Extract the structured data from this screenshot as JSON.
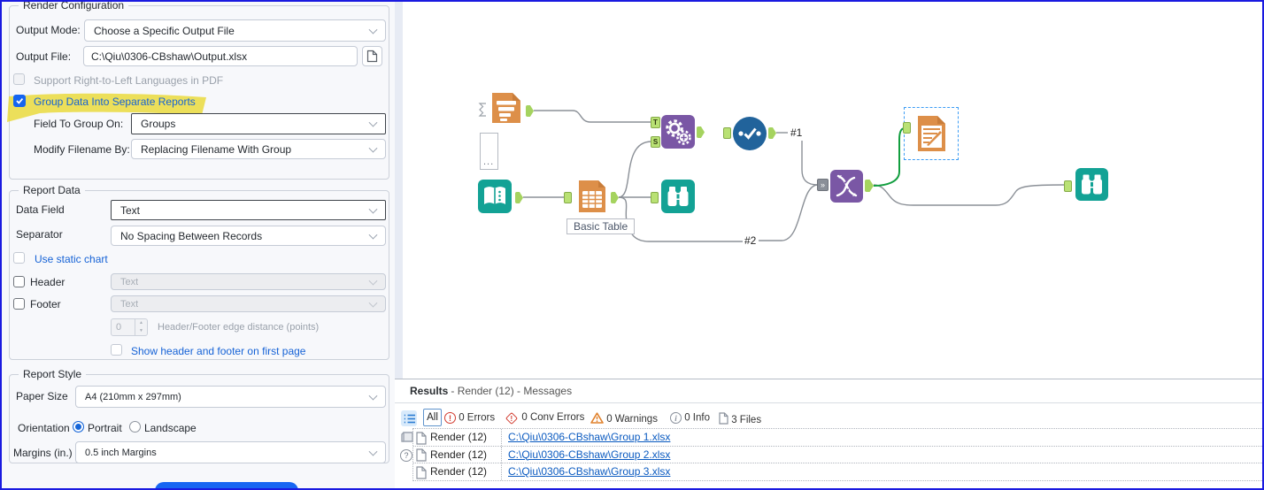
{
  "config_panel": {
    "render_configuration": {
      "title": "Render Configuration",
      "output_mode_label": "Output Mode:",
      "output_mode_value": "Choose a Specific Output File",
      "output_file_label": "Output File:",
      "output_file_value": "C:\\Qiu\\0306-CBshaw\\Output.xlsx",
      "rtl_checkbox_label": "Support Right-to-Left Languages in PDF",
      "group_checkbox_label": "Group Data Into Separate Reports",
      "field_to_group_label": "Field To Group On:",
      "field_to_group_value": "Groups",
      "modify_filename_label": "Modify Filename By:",
      "modify_filename_value": "Replacing Filename With Group"
    },
    "report_data": {
      "title": "Report Data",
      "data_field_label": "Data Field",
      "data_field_value": "Text",
      "separator_label": "Separator",
      "separator_value": "No Spacing Between Records",
      "use_static_chart_label": "Use static chart",
      "header_label": "Header",
      "header_value": "Text",
      "footer_label": "Footer",
      "footer_value": "Text",
      "edge_distance_value": "0",
      "edge_distance_label": "Header/Footer edge distance (points)",
      "show_header_footer_label": "Show header and footer on first page"
    },
    "report_style": {
      "title": "Report Style",
      "paper_size_label": "Paper Size",
      "paper_size_value": "A4 (210mm x 297mm)",
      "orientation_label": "Orientation",
      "portrait_label": "Portrait",
      "landscape_label": "Landscape",
      "margins_label": "Margins (in.)",
      "margins_value": "0.5 inch Margins"
    }
  },
  "canvas": {
    "annotation": "Basic Table",
    "labels": {
      "connection_1": "#1",
      "connection_2": "#2"
    },
    "anchors": {
      "t": "T",
      "s": "S",
      "multi": "»"
    },
    "dots": "..."
  },
  "results": {
    "title": "Results",
    "subtitle": " - Render (12) - Messages",
    "filters": {
      "all": "All",
      "errors": "0 Errors",
      "conv_errors": "0 Conv Errors",
      "warnings": "0 Warnings",
      "info": "0 Info",
      "files": "3 Files"
    },
    "icons": {
      "error_glyph": "!",
      "warning_glyph": "!",
      "info_glyph": "i",
      "help_glyph": "?"
    },
    "rows": [
      {
        "source": "Render (12)",
        "link": "C:\\Qiu\\0306-CBshaw\\Group 1.xlsx"
      },
      {
        "source": "Render (12)",
        "link": "C:\\Qiu\\0306-CBshaw\\Group 2.xlsx"
      },
      {
        "source": "Render (12)",
        "link": "C:\\Qiu\\0306-CBshaw\\Group 3.xlsx"
      }
    ]
  },
  "colors": {
    "highlight_yellow": "#e9d832",
    "accent_blue": "#1565f0",
    "tool_orange": "#dd8f49",
    "tool_teal": "#13a295",
    "tool_purple": "#7a57a5",
    "tool_blue": "#21639b",
    "anchor_green": "#b9e174",
    "selected_connection_green": "#129e3f",
    "link_blue": "#0a5ac0"
  }
}
